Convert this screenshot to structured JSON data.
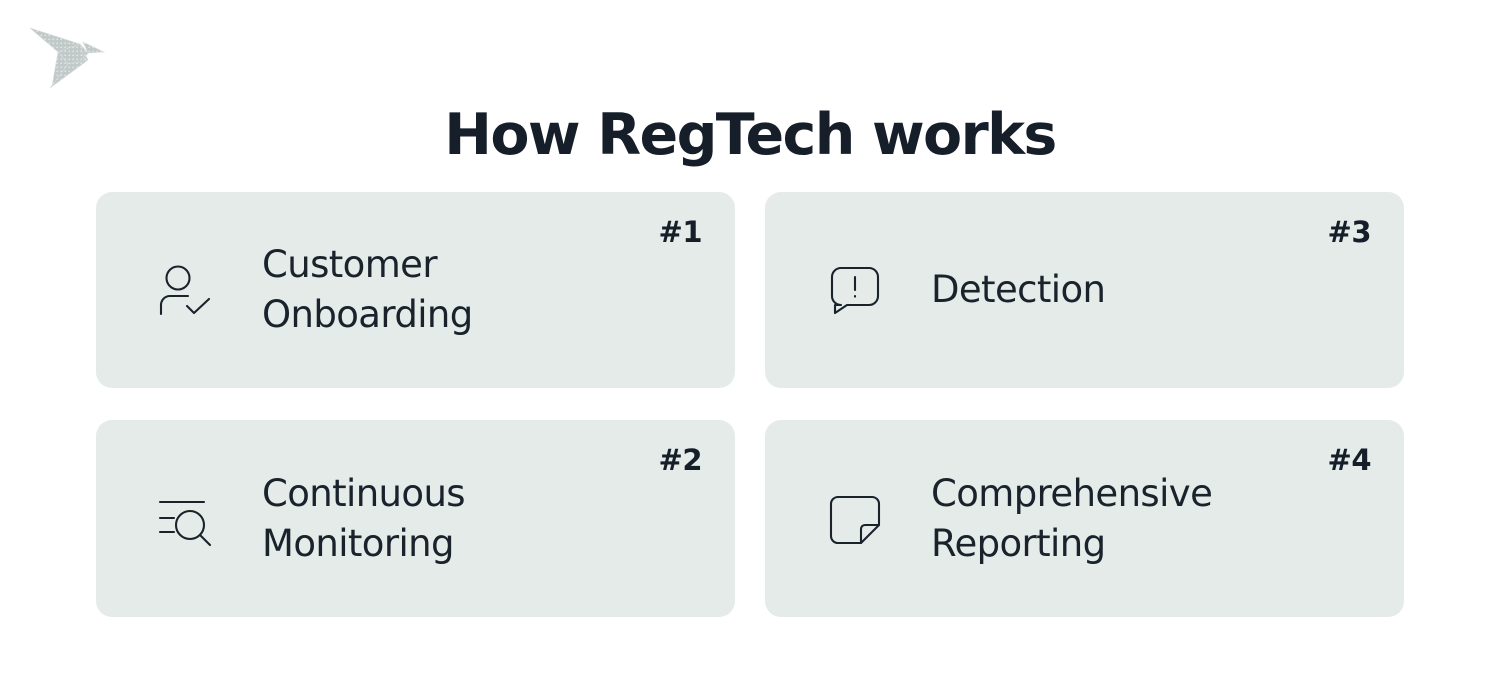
{
  "brand": {
    "logo_icon": "origami-bird-logo",
    "logo_color": "#c0c8c7"
  },
  "header": {
    "title": "How RegTech works",
    "title_color": "#161e29"
  },
  "theme": {
    "page_background": "#ffffff",
    "card_background": "#e4ebe9",
    "text_color": "#1a222c",
    "badge_color": "#161e29",
    "icon_stroke": "#1a222c"
  },
  "steps": [
    {
      "badge": "#1",
      "label": "Customer\nOnboarding",
      "icon": "user-check-icon",
      "position": "top-left"
    },
    {
      "badge": "#2",
      "label": "Continuous\nMonitoring",
      "icon": "list-search-icon",
      "position": "bottom-left"
    },
    {
      "badge": "#3",
      "label": "Detection",
      "icon": "alert-speech-bubble-icon",
      "position": "top-right"
    },
    {
      "badge": "#4",
      "label": "Comprehensive\nReporting",
      "icon": "document-folded-corner-icon",
      "position": "bottom-right"
    }
  ]
}
